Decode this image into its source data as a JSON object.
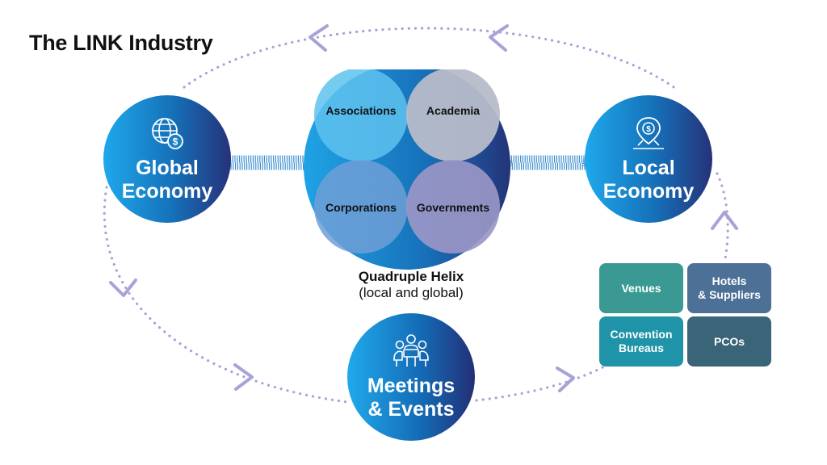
{
  "title": "The LINK Industry",
  "nodes": {
    "global": {
      "label_line1": "Global",
      "label_line2": "Economy",
      "icon": "globe-dollar-icon"
    },
    "local": {
      "label_line1": "Local",
      "label_line2": "Economy",
      "icon": "location-pin-dollar-icon"
    },
    "meetings": {
      "label_line1": "Meetings",
      "label_line2": "& Events",
      "icon": "meeting-people-icon"
    }
  },
  "helix": {
    "quadrants": [
      "Associations",
      "Academia",
      "Corporations",
      "Governments"
    ],
    "caption_line1": "Quadruple Helix",
    "caption_line2": "(local and global)"
  },
  "tiles": {
    "venues": "Venues",
    "hotels_line1": "Hotels",
    "hotels_line2": "& Suppliers",
    "convention_line1": "Convention",
    "convention_line2": "Bureaus",
    "pcos": "PCOs"
  },
  "colors": {
    "circle_light": "#29a6e8",
    "circle_dark": "#24377d",
    "dotted_path": "#a7a3d6",
    "tile_venues": "#3a9a93",
    "tile_hotels": "#4d7196",
    "tile_convention": "#1f93a8",
    "tile_pcos": "#3a6478"
  }
}
